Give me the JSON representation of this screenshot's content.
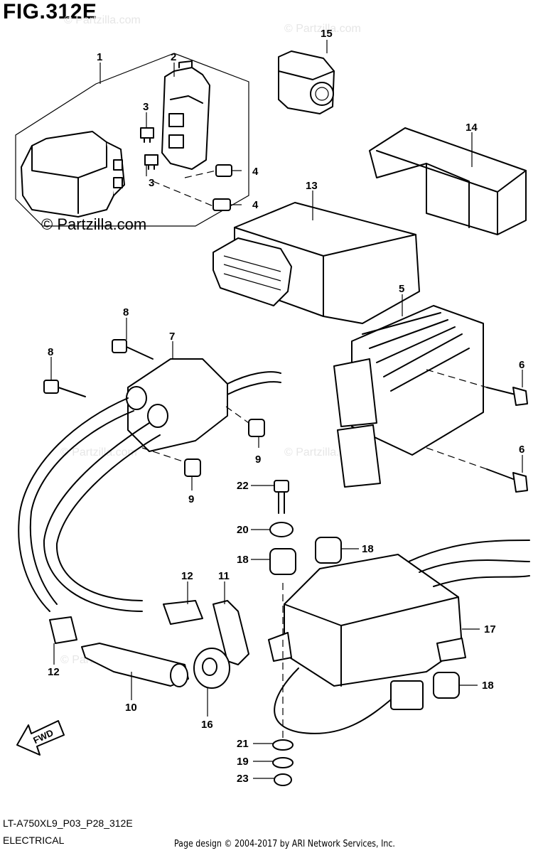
{
  "figure_title": "FIG.312E",
  "model_code": "LT-A750XL9_P03_P28_312E",
  "category": "ELECTRICAL",
  "credit": "Page design © 2004-2017 by ARI Network Services, Inc.",
  "watermark": "© Partzilla.com",
  "direction_label": "FWD",
  "callouts": [
    "1",
    "2",
    "3",
    "3",
    "4",
    "4",
    "5",
    "6",
    "6",
    "7",
    "8",
    "8",
    "9",
    "9",
    "10",
    "11",
    "12",
    "12",
    "13",
    "14",
    "15",
    "16",
    "17",
    "18",
    "18",
    "18",
    "19",
    "20",
    "21",
    "22",
    "23"
  ]
}
